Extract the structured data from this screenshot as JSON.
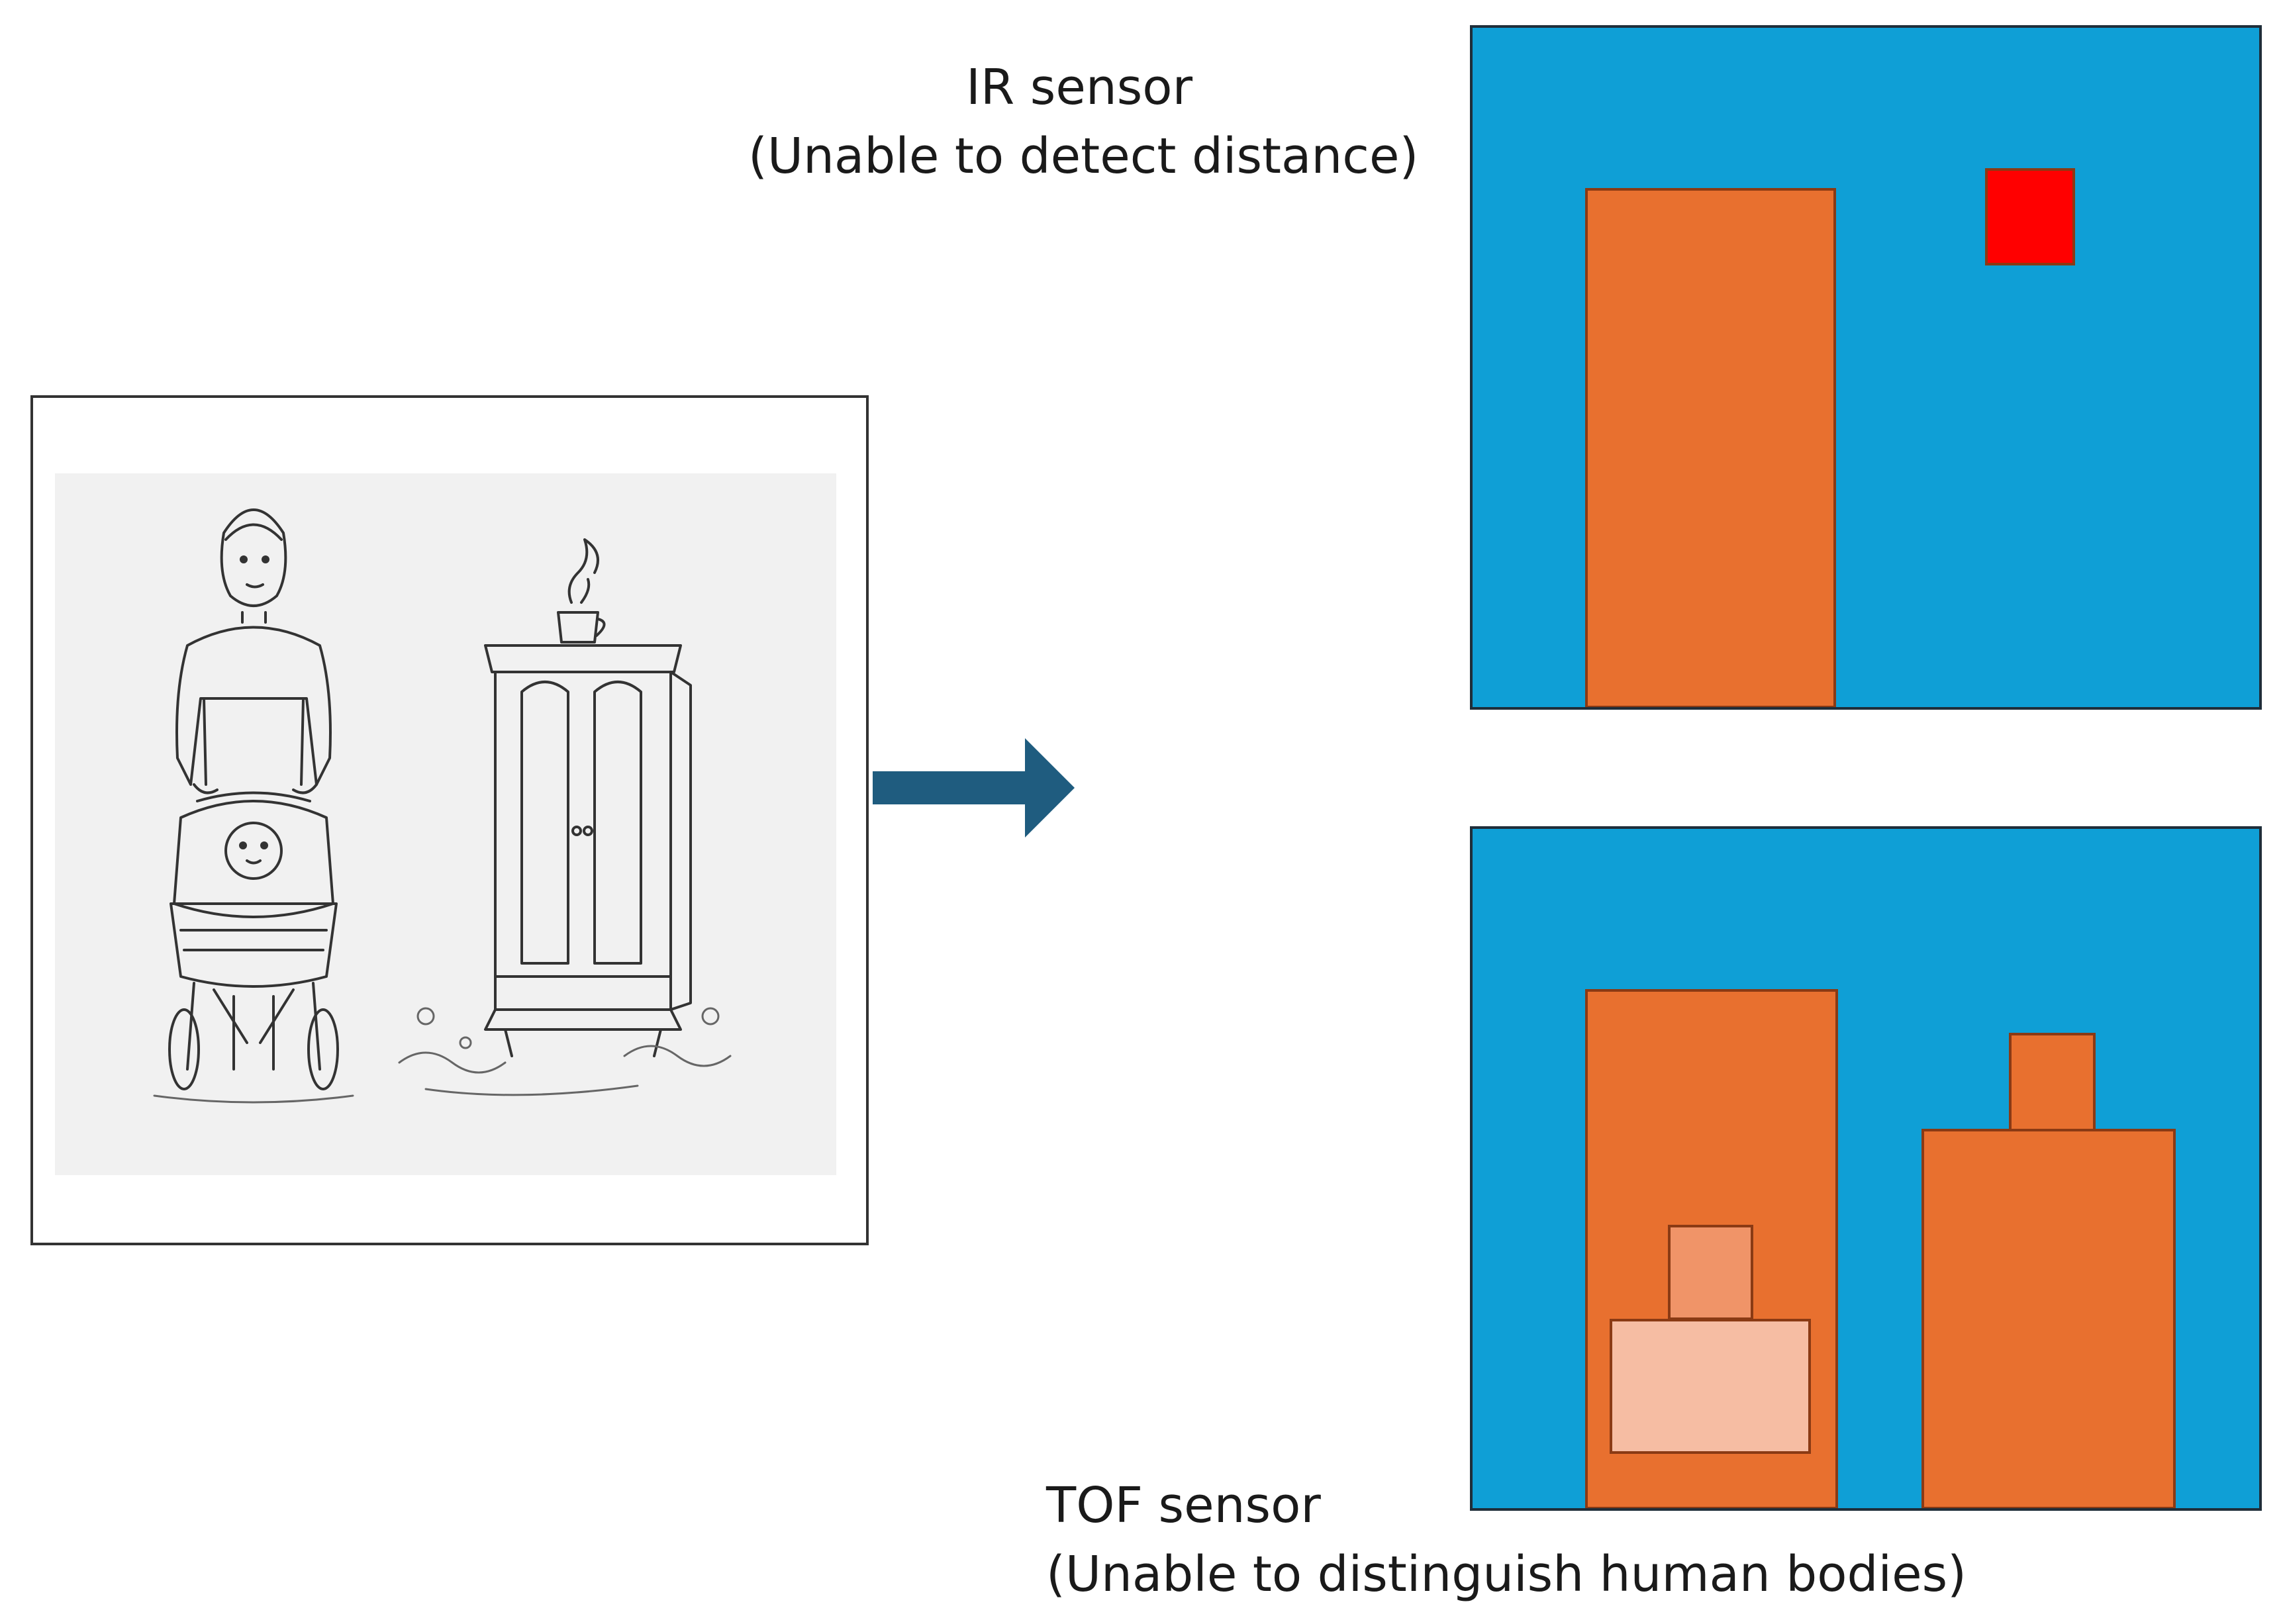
{
  "ir_sensor": {
    "title": "IR sensor",
    "note": "(Unable to detect distance)"
  },
  "tof_sensor": {
    "title": "TOF sensor",
    "note": "(Unable to distinguish human bodies)"
  },
  "colors": {
    "panel_background": "#0f9fd6",
    "warm_object": "#e8702f",
    "hot_spot": "#ff0000",
    "near_object_light": "#f6bda3",
    "near_object_mid": "#f09468",
    "arrow": "#1f5c7f",
    "outline": "#8a3a14"
  },
  "icons": {
    "scene": "sketch-of-person-with-stroller-and-cabinet",
    "arrow": "right-arrow-icon"
  }
}
